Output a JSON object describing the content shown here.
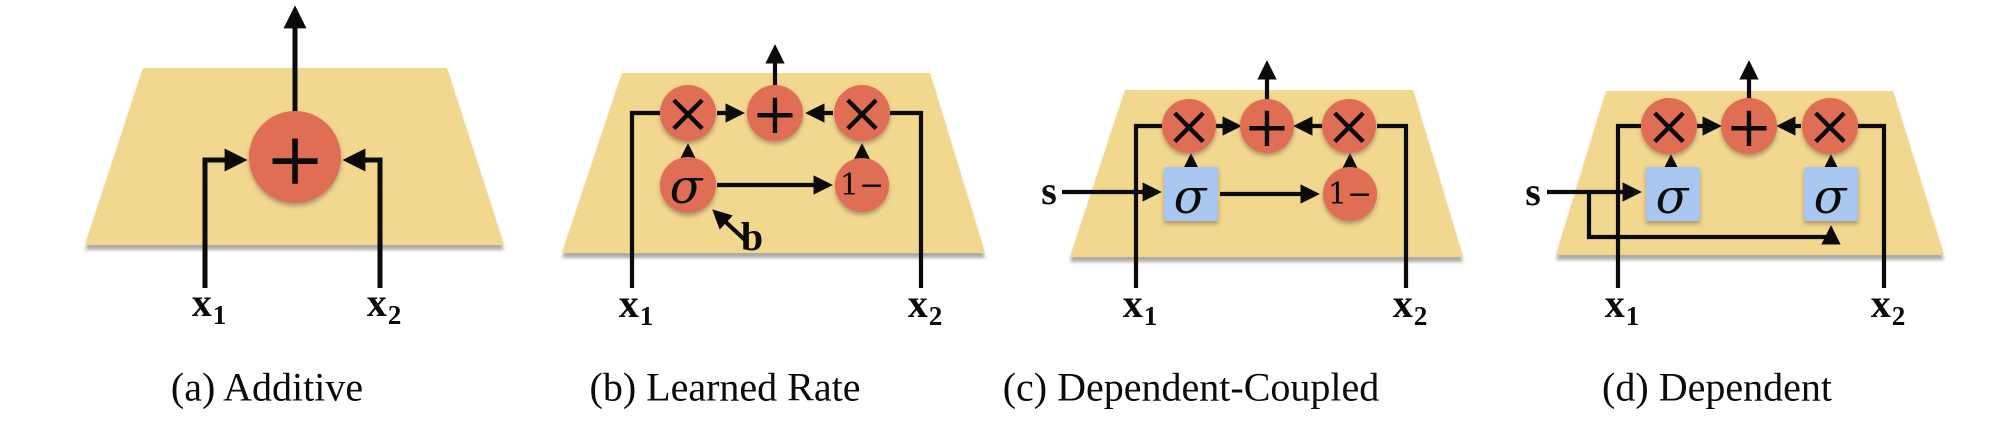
{
  "figure": {
    "background": "#ffffff",
    "colors": {
      "plane": "#F2D78F",
      "node": "#DF6E55",
      "gate": "#A8C6F0",
      "ink": "#0B0B0B"
    },
    "panels": {
      "a": {
        "caption": "(a) Additive",
        "nodes": {
          "add": "+"
        },
        "inputs": {
          "x1_base": "x",
          "x1_sub": "1",
          "x2_base": "x",
          "x2_sub": "2"
        }
      },
      "b": {
        "caption": "(b) Learned Rate",
        "nodes": {
          "times_left": "×",
          "add": "+",
          "times_right": "×",
          "sigma": "σ",
          "one_minus": "1−"
        },
        "inputs": {
          "x1_base": "x",
          "x1_sub": "1",
          "x2_base": "x",
          "x2_sub": "2",
          "bias": "b"
        }
      },
      "c": {
        "caption": "(c) Dependent-Coupled",
        "nodes": {
          "times_left": "×",
          "add": "+",
          "times_right": "×",
          "sigma": "σ",
          "one_minus": "1−"
        },
        "inputs": {
          "x1_base": "x",
          "x1_sub": "1",
          "x2_base": "x",
          "x2_sub": "2",
          "state": "s"
        }
      },
      "d": {
        "caption": "(d) Dependent",
        "nodes": {
          "times_left": "×",
          "add": "+",
          "times_right": "×",
          "sigma_left": "σ",
          "sigma_right": "σ"
        },
        "inputs": {
          "x1_base": "x",
          "x1_sub": "1",
          "x2_base": "x",
          "x2_sub": "2",
          "state": "s"
        }
      }
    }
  }
}
